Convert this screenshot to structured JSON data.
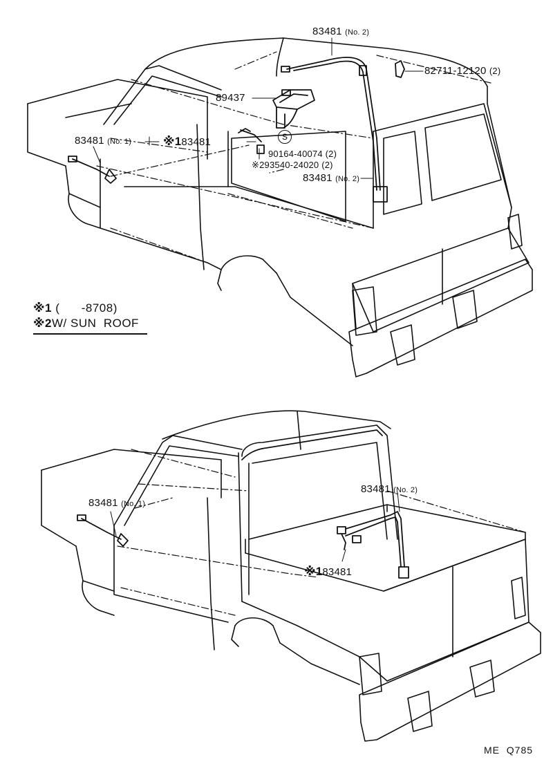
{
  "top_figure": {
    "cable_no2_top": {
      "part": "83481",
      "note": "(No. 2)"
    },
    "clamp": {
      "part": "82711-12120",
      "qty": "(2)"
    },
    "lamp": {
      "part": "89437"
    },
    "cable_no1": {
      "part": "83481",
      "note": "(No. 1)"
    },
    "cable_mark1": {
      "mark": "※1",
      "part": "83481"
    },
    "screw": {
      "part": "90164-40074",
      "qty": "(2)"
    },
    "screw_sunroof": {
      "mark": "※2",
      "part": "93540-24020",
      "qty": "(2)"
    },
    "cable_no2_rear": {
      "part": "83481",
      "note": "(No. 2)"
    },
    "standard_mark": "S"
  },
  "legend": {
    "line1_mark": "※1",
    "line1_text": "(      -8708)",
    "line2_mark": "※2",
    "line2_text": "W/ SUN  ROOF"
  },
  "bottom_figure": {
    "cable_no1": {
      "part": "83481",
      "note": "(No. 1)"
    },
    "cable_no2": {
      "part": "83481",
      "note": "(No. 2)"
    },
    "cable_mark1": {
      "mark": "※1",
      "part": "83481"
    }
  },
  "footer_code": "ME  Q785"
}
